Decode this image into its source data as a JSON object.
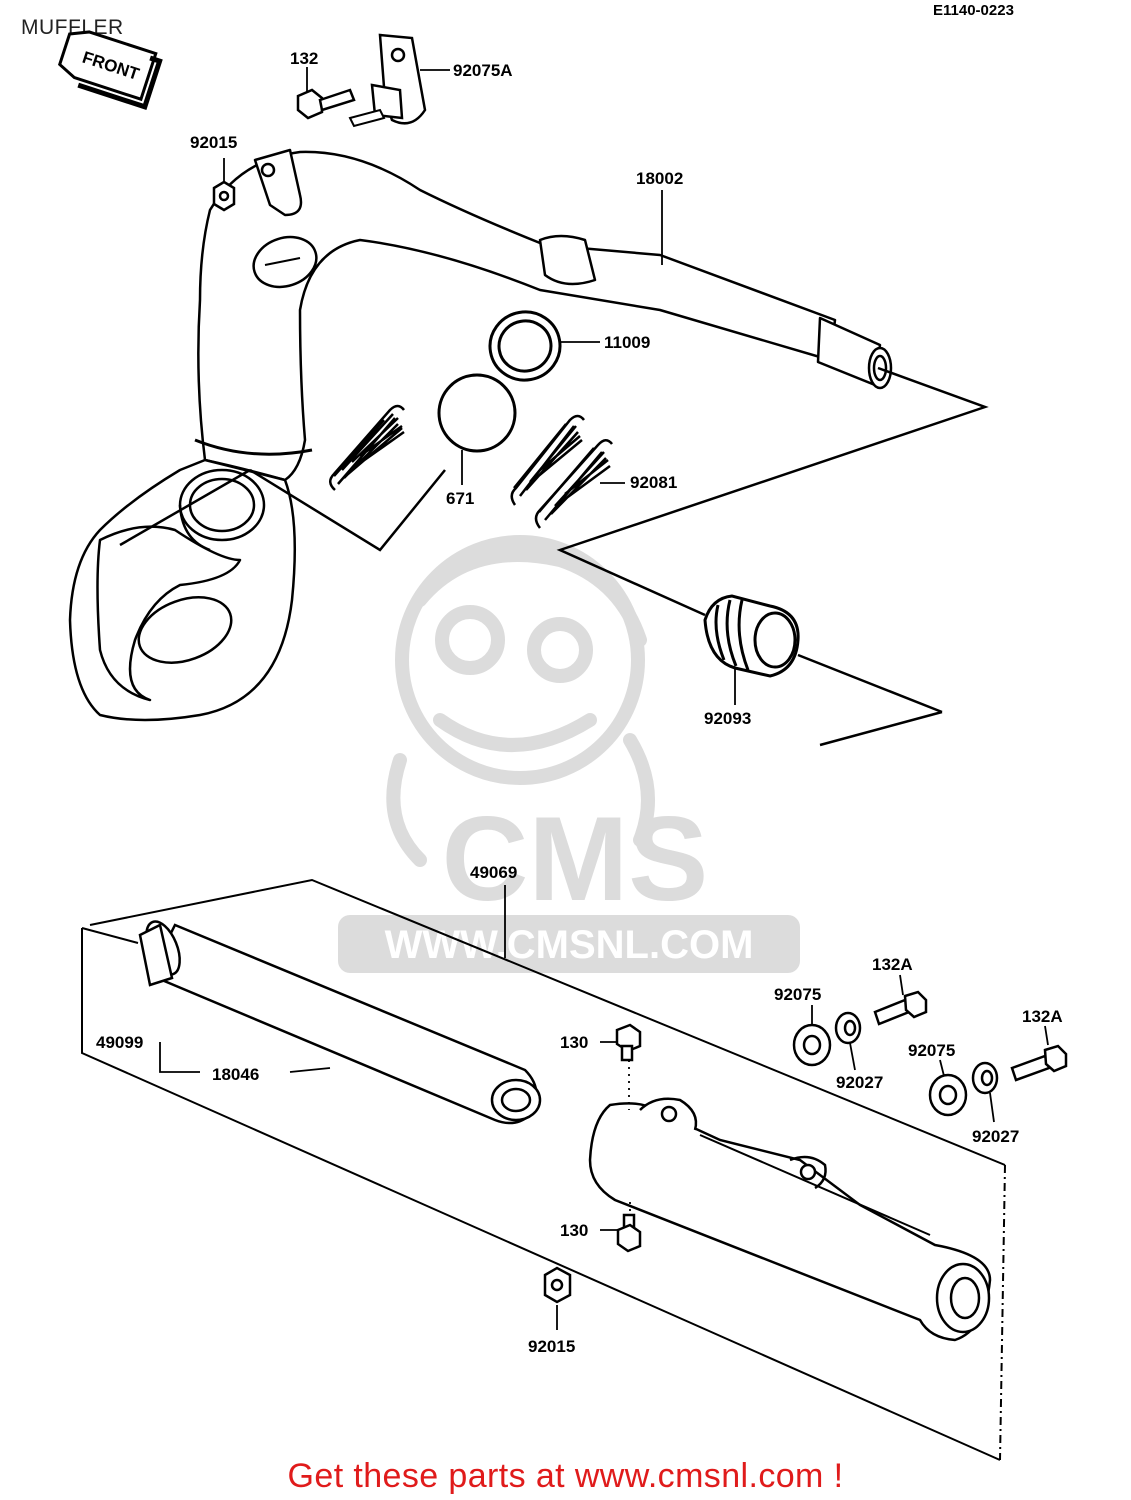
{
  "title": "MUFFLER",
  "diagram_code": "E1140-0223",
  "front_label": "FRONT",
  "watermark": {
    "logo_text": "CMS",
    "url_text": "WWW.CMSNL.COM"
  },
  "callouts": {
    "c132": "132",
    "c92075A": "92075A",
    "c92015_top": "92015",
    "c18002": "18002",
    "c11009": "11009",
    "c671": "671",
    "c92081": "92081",
    "c92093": "92093",
    "c49069": "49069",
    "c49099": "49099",
    "c18046": "18046",
    "c130_top": "130",
    "c130_bottom": "130",
    "c92015_bottom": "92015",
    "c92075_a": "92075",
    "c132A_a": "132A",
    "c92027_a": "92027",
    "c92075_b": "92075",
    "c132A_b": "132A",
    "c92027_b": "92027"
  },
  "promo_text": "Get these parts at www.cmsnl.com !",
  "colors": {
    "promo": "#e01b1b",
    "watermark": "#d9d9d9",
    "line": "#000000"
  }
}
